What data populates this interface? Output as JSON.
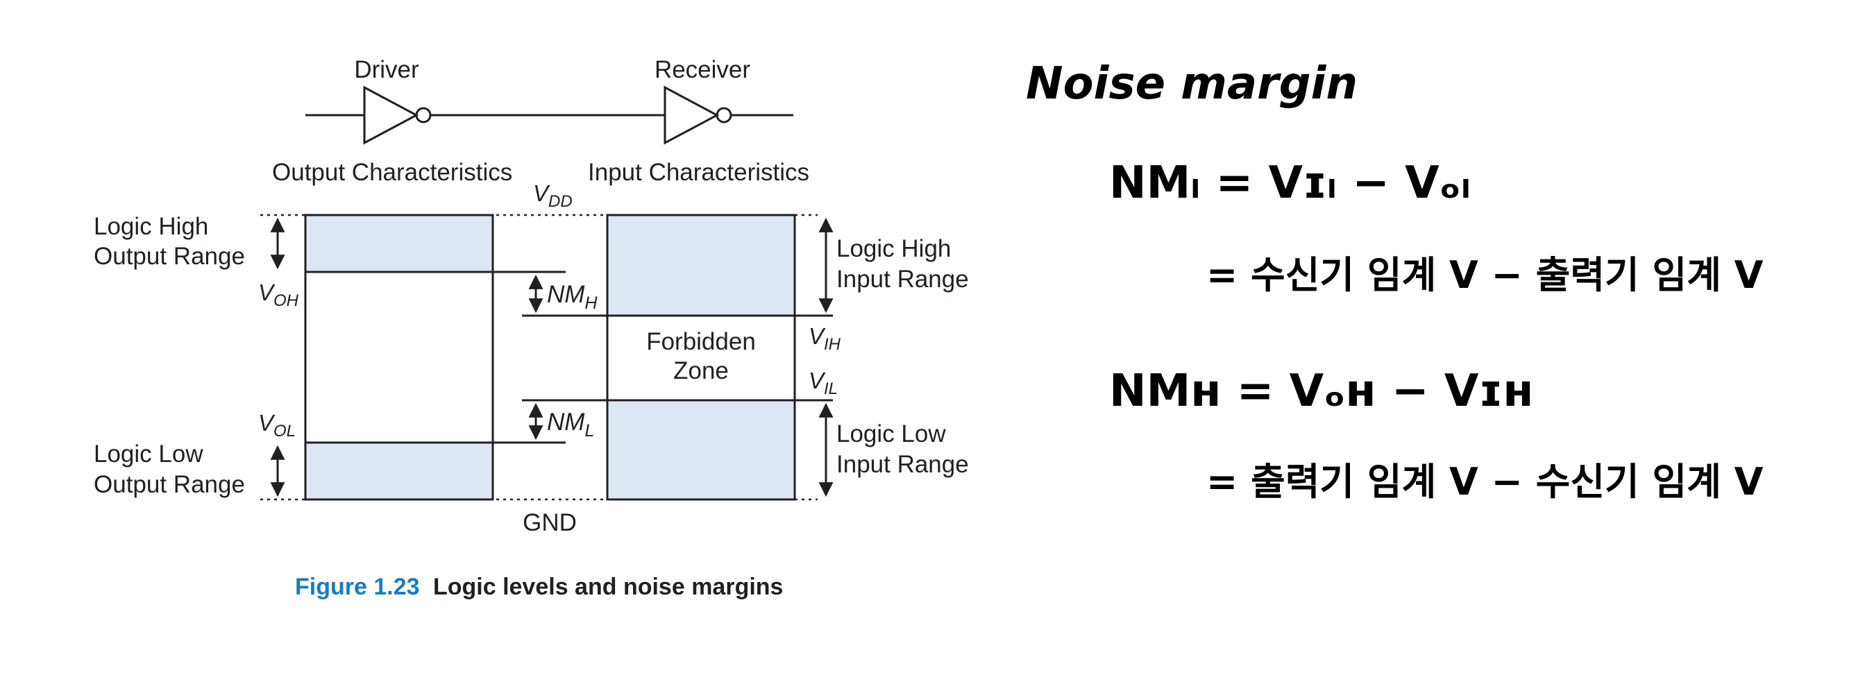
{
  "circuit": {
    "driver_label": "Driver",
    "receiver_label": "Receiver"
  },
  "diagram": {
    "output_char_label": "Output Characteristics",
    "input_char_label": "Input Characteristics",
    "vdd": "V",
    "vdd_sub": "DD",
    "gnd": "GND",
    "logic_high_output": [
      "Logic High",
      "Output Range"
    ],
    "logic_low_output": [
      "Logic Low",
      "Output Range"
    ],
    "logic_high_input": [
      "Logic High",
      "Input Range"
    ],
    "logic_low_input": [
      "Logic  Low",
      "Input Range"
    ],
    "forbidden_zone": [
      "Forbidden",
      "Zone"
    ],
    "voh": "V",
    "voh_sub": "OH",
    "vol": "V",
    "vol_sub": "OL",
    "vih": "V",
    "vih_sub": "IH",
    "vil": "V",
    "vil_sub": "IL",
    "nmh": "NM",
    "nmh_sub": "H",
    "nml": "NM",
    "nml_sub": "L"
  },
  "caption": {
    "number": "Figure 1.23",
    "text": "Logic levels and noise margins",
    "number_color": "#1a7bbf"
  },
  "notes": {
    "title": "Noise margin",
    "nml_eq1": "NMₗ = Vɪₗ − Vₒₗ",
    "nml_eq2": "= 수신기 임계 V − 출력기 임계 V",
    "nmh_eq1": "NMʜ = Vₒʜ − Vɪʜ",
    "nmh_eq2": "= 출력기 임계 V − 수신기 임계 V"
  }
}
